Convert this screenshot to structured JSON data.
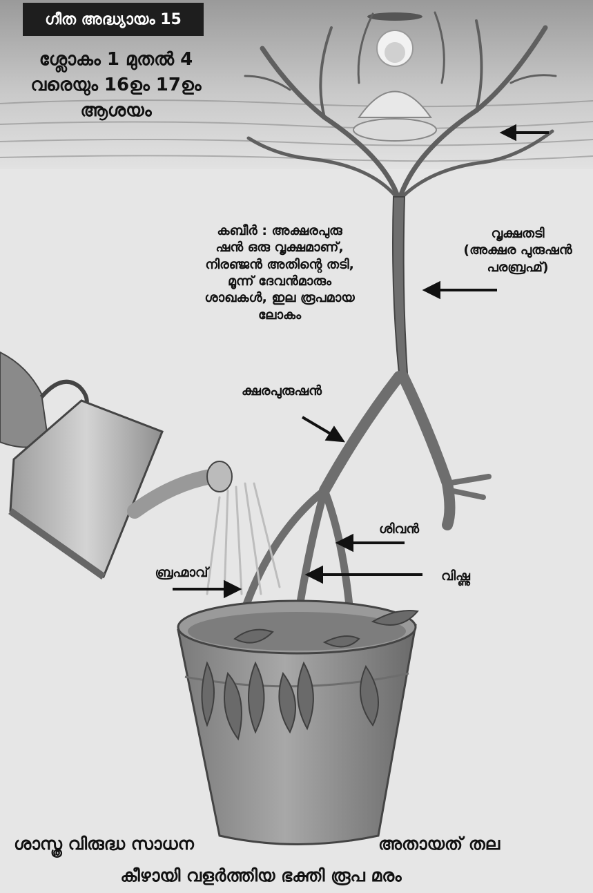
{
  "badge": {
    "text": "ഗീത അദ്ധ്യായം 15"
  },
  "heading": {
    "line1": "ശ്ലോകം 1 മുതൽ 4",
    "line2": "വരെയും 16ഉം 17ഉം",
    "line3": "ആശയം"
  },
  "labels": {
    "kabir_lines": [
      "കബീർ : അക്ഷരപുരു",
      "ഷൻ ഒരു വൃക്ഷമാണ്,",
      "നിരഞ്ജൻ അതിന്റെ തടി,",
      "മൂന്ന് ദേവൻമാരും",
      "ശാഖകൾ, ഇല രൂപമായ",
      "ലോകം"
    ],
    "trunk_lines": [
      "വൃക്ഷതടി",
      "(അക്ഷര പുരുഷൻ",
      "പരബ്രഹ്മ്)"
    ],
    "kshara": "ക്ഷരപുരുഷൻ",
    "shiva": "ശിവൻ",
    "brahma": "ബ്രഹ്മാവ്",
    "vishnu": "വിഷ്ണു"
  },
  "footer": {
    "left": "ശാസ്ത്ര വിരുദ്ധ സാധന",
    "right": "അതായത് തല",
    "bottom": "കീഴായി വളർത്തിയ ഭക്തി രൂപ മരം"
  },
  "colors": {
    "badge_bg": "#1e1e1e",
    "sky": "#bdbdbd",
    "paper": "#e6e6e6",
    "tree": "#5f5f5f",
    "pot": "#8a8a8a"
  },
  "icons": [
    "arrow-left-icon",
    "arrow-right-down-icon",
    "watering-can-icon",
    "guru-figure-icon"
  ]
}
